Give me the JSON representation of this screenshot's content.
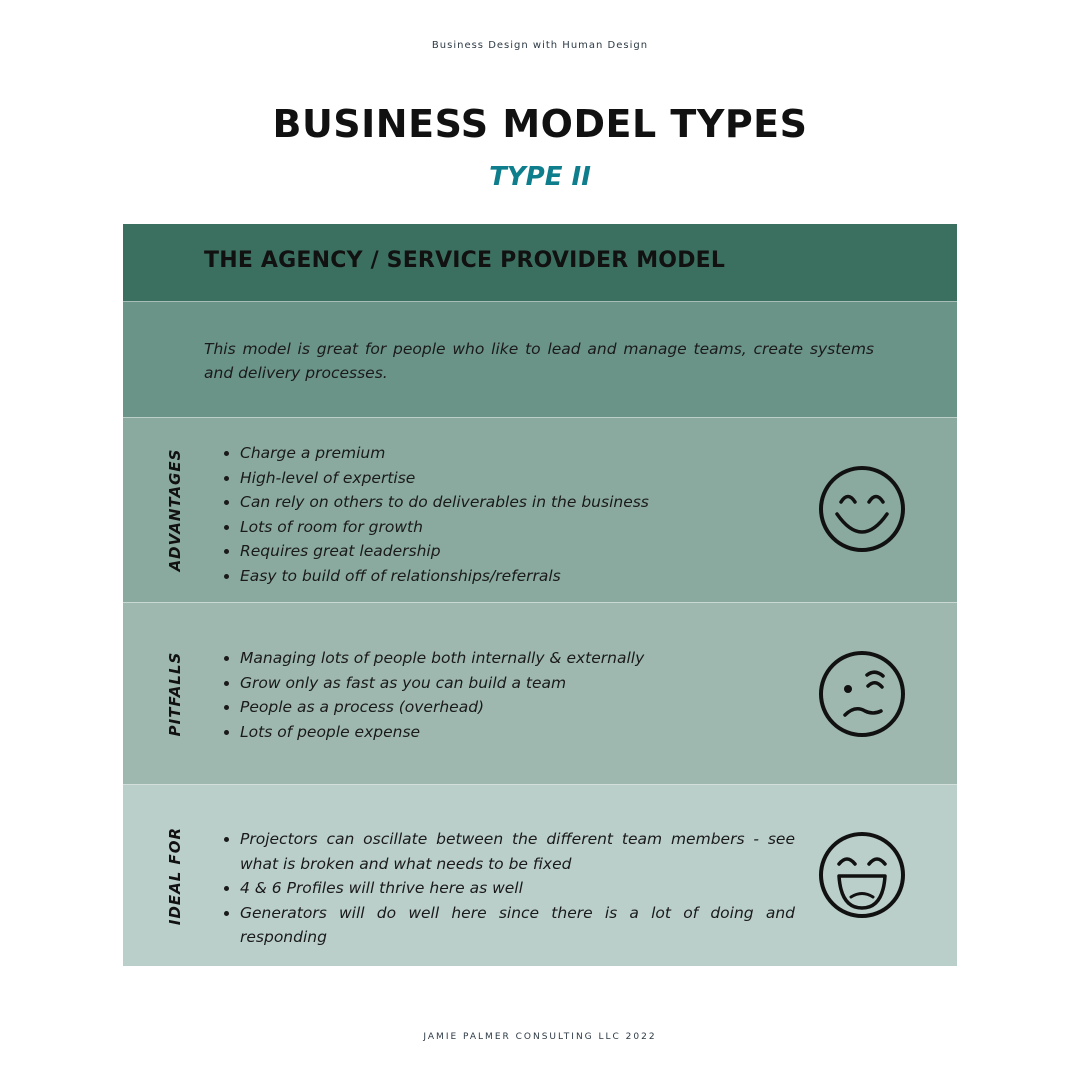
{
  "header": {
    "topline": "Business Design with Human Design",
    "title": "BUSINESS MODEL TYPES",
    "subtitle": "TYPE II"
  },
  "table": {
    "heading": "THE AGENCY / SERVICE PROVIDER MODEL",
    "description": "This model is great for people who like to lead and manage teams, create systems and delivery processes.",
    "advantages": {
      "label": "ADVANTAGES",
      "icon": "smiling-face-icon",
      "items": [
        "Charge a premium",
        "High-level of expertise",
        "Can rely on others to do deliverables in the business",
        "Lots of room for growth",
        "Requires great leadership",
        "Easy to build off of relationships/referrals"
      ]
    },
    "pitfalls": {
      "label": "PITFALLS",
      "icon": "skeptical-face-icon",
      "items": [
        "Managing lots of people both internally & externally",
        "Grow only as fast as you can build a team",
        "People as a process (overhead)",
        "Lots of people expense"
      ]
    },
    "ideal_for": {
      "label": "IDEAL FOR",
      "icon": "laughing-face-icon",
      "items": [
        "Projectors can oscillate between the different team members - see what is broken and what needs to be fixed",
        "4 & 6 Profiles will thrive here as well",
        "Generators will do well here since there is a lot of doing and responding"
      ]
    }
  },
  "footer": {
    "text": "JAMIE PALMER CONSULTING LLC 2022"
  },
  "colors": {
    "accent": "#0e7d8c",
    "header_row": "#3b7060",
    "description_row": "#6b9488",
    "advantages_row": "#8aaaa0",
    "pitfalls_row": "#9eb8b0",
    "ideal_row": "#bacfca"
  }
}
